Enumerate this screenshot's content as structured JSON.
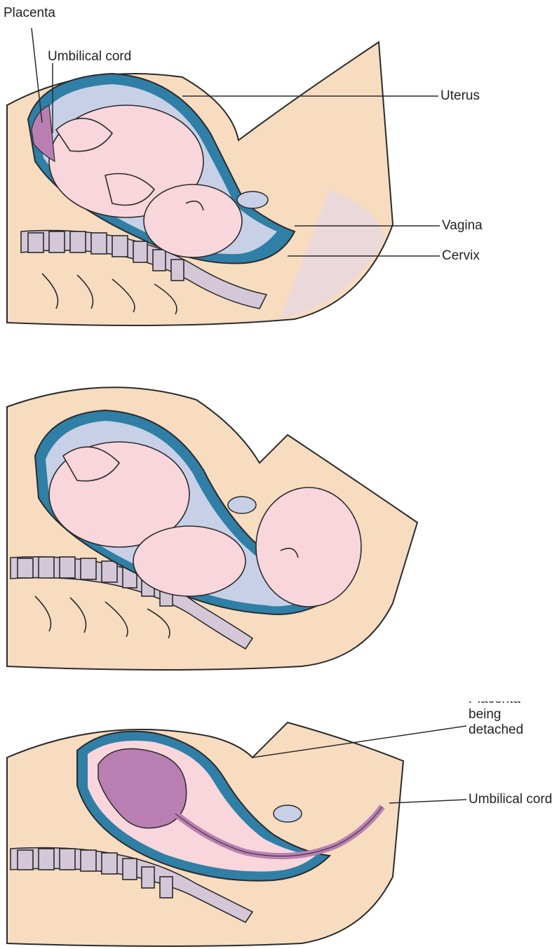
{
  "panels": [
    {
      "labels": {
        "placenta": "Placenta",
        "umbilical_cord": "Umbilical cord",
        "uterus": "Uterus",
        "vagina": "Vagina",
        "cervix": "Cervix"
      }
    },
    {
      "labels": {}
    },
    {
      "labels": {
        "placenta_detached": "Placenta being detached",
        "umbilical_cord": "Umbilical cord"
      }
    }
  ],
  "colors": {
    "skin": "#f7dcc0",
    "uterus_wall": "#2f7fa6",
    "uterus_inner": "#c7d0e6",
    "baby": "#f8d6db",
    "spine": "#d4c8d8",
    "placenta": "#b97fb2",
    "outline": "#2b2b2b"
  }
}
